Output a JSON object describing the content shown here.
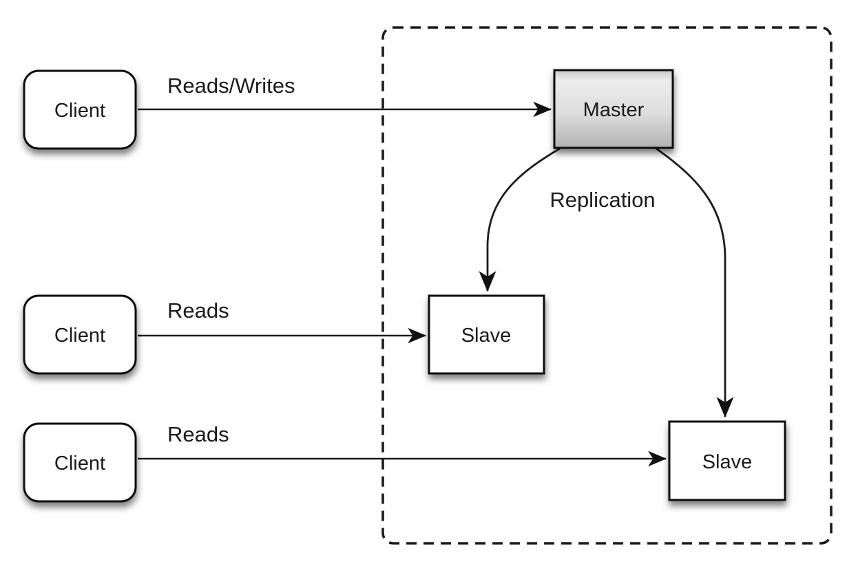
{
  "diagram": {
    "nodes": {
      "client1": {
        "label": "Client"
      },
      "client2": {
        "label": "Client"
      },
      "client3": {
        "label": "Client"
      },
      "master": {
        "label": "Master"
      },
      "slave1": {
        "label": "Slave"
      },
      "slave2": {
        "label": "Slave"
      }
    },
    "edges": {
      "reads_writes": {
        "label": "Reads/Writes"
      },
      "reads_middle": {
        "label": "Reads"
      },
      "reads_bottom": {
        "label": "Reads"
      },
      "replication": {
        "label": "Replication"
      }
    },
    "colors": {
      "line": "#1b1b1b",
      "box_border": "#111111",
      "box_fill": "#ffffff",
      "master_gradient_top": "#c9c9c9",
      "master_gradient_light": "#ececec",
      "master_gradient_bottom": "#b2b2b2",
      "background": "#ffffff",
      "shadow": "#000000"
    }
  }
}
